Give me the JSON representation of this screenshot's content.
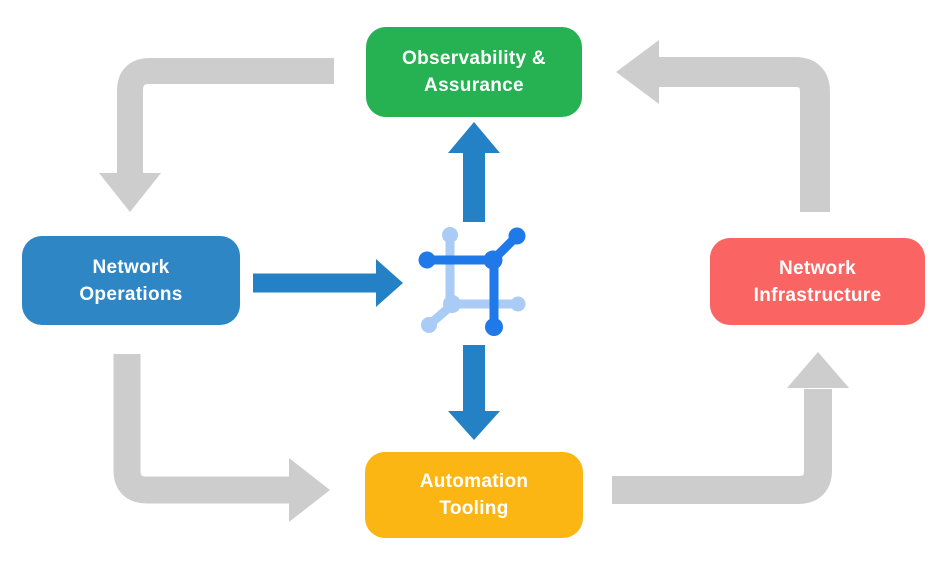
{
  "diagram": {
    "type": "cycle-flow-diagram",
    "background_color": "#FFFFFF",
    "nodes": {
      "observability": {
        "label": "Observability &\nAssurance",
        "color": "#26B152",
        "position": "top"
      },
      "operations": {
        "label": "Network\nOperations",
        "color": "#2E86C5",
        "position": "left"
      },
      "infrastructure": {
        "label": "Network\nInfrastructure",
        "color": "#FA6462",
        "position": "right"
      },
      "automation": {
        "label": "Automation\nTooling",
        "color": "#FBB614",
        "position": "bottom"
      }
    },
    "center_icon": {
      "name": "network-fabric-icon",
      "dark_color": "#2079E8",
      "light_color": "#A9CBF5"
    },
    "arrows": {
      "cycle_color": "#CDCDCD",
      "center_arrow_color": "#2481C6",
      "cycle": [
        {
          "from": "Observability & Assurance",
          "to": "Network Operations",
          "direction": "down"
        },
        {
          "from": "Network Operations",
          "to": "Automation Tooling",
          "direction": "right"
        },
        {
          "from": "Automation Tooling",
          "to": "Network Infrastructure",
          "direction": "up"
        },
        {
          "from": "Network Infrastructure",
          "to": "Observability & Assurance",
          "direction": "left"
        }
      ],
      "center": [
        {
          "from": "Network Operations",
          "to": "center-icon",
          "direction": "right"
        },
        {
          "from": "center-icon",
          "to": "Observability & Assurance",
          "direction": "up"
        },
        {
          "from": "center-icon",
          "to": "Automation Tooling",
          "direction": "down"
        }
      ]
    }
  }
}
